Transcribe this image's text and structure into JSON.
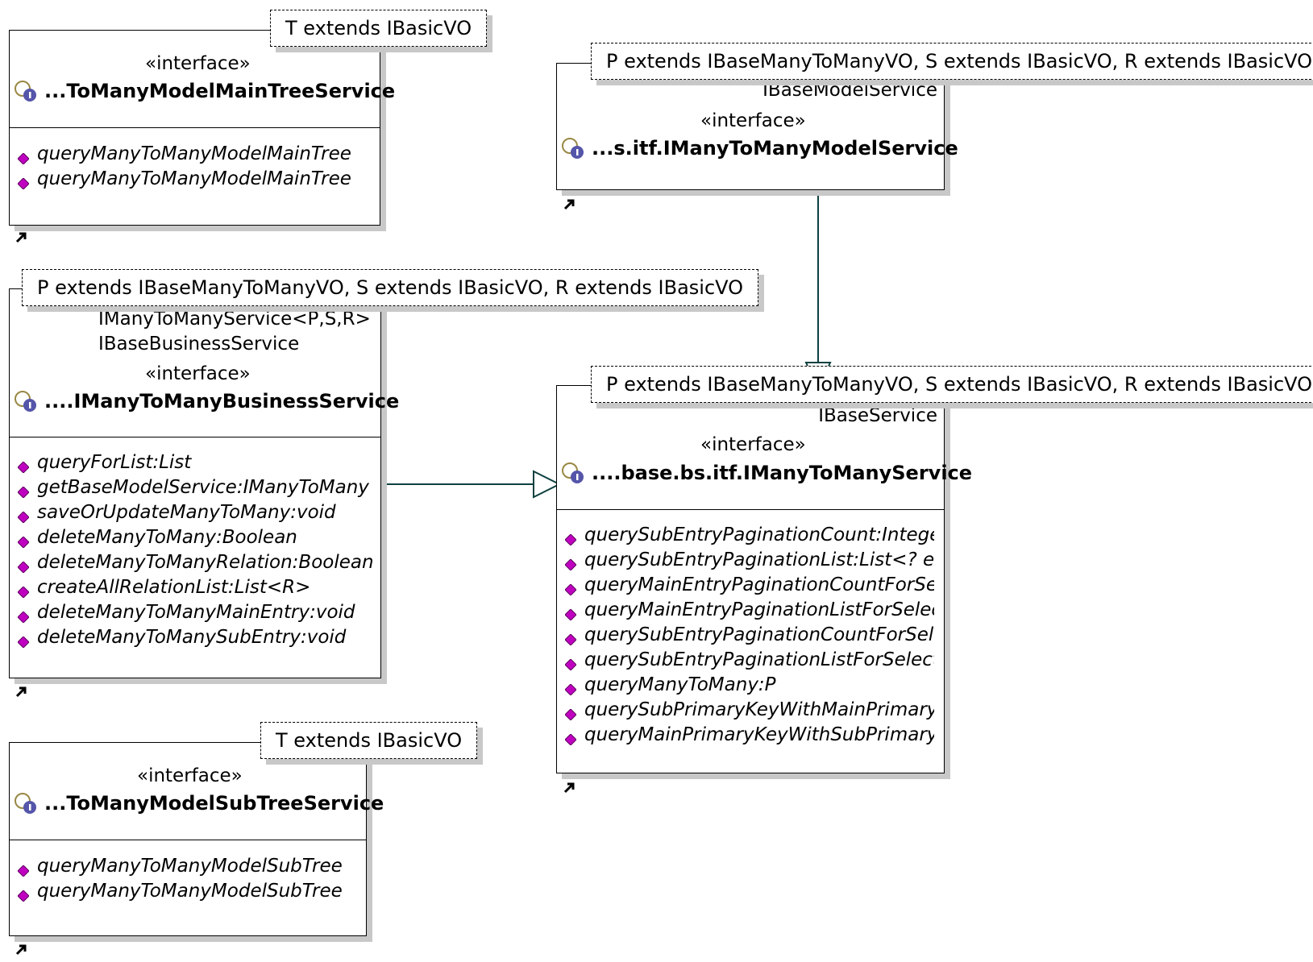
{
  "colors": {
    "connector": "#0f4040",
    "op_icon": "#c000c0",
    "shadow": "#c8c8c8"
  },
  "icons": {
    "interface": "interface-icon",
    "operation": "operation-diamond-icon",
    "link": "shortcut-arrow-icon"
  },
  "classes": {
    "main_tree": {
      "type_param": "T extends IBasicVO",
      "stereotype": "«interface»",
      "name": "...ToManyModelMainTreeService",
      "operations": [
        "queryManyToManyModelMainTree",
        "queryManyToManyModelMainTree"
      ]
    },
    "model_service": {
      "type_param": "P extends IBaseManyToManyVO, S extends IBasicVO, R extends IBasicVO",
      "super": "IBaseModelService",
      "stereotype": "«interface»",
      "name": "...s.itf.IManyToManyModelService"
    },
    "business_service": {
      "type_param": "P extends IBaseManyToManyVO, S extends IBasicVO, R extends IBasicVO",
      "super1": "IManyToManyService<P,S,R>",
      "super2": "IBaseBusinessService",
      "stereotype": "«interface»",
      "name": "....IManyToManyBusinessService",
      "operations": [
        "queryForList:List",
        "getBaseModelService:IManyToMany",
        "saveOrUpdateManyToMany:void",
        "deleteManyToMany:Boolean",
        "deleteManyToManyRelation:Boolean",
        "createAllRelationList:List<R>",
        "deleteManyToManyMainEntry:void",
        "deleteManyToManySubEntry:void"
      ]
    },
    "many_service": {
      "type_param": "P extends IBaseManyToManyVO, S extends IBasicVO, R extends IBasicVO",
      "super": "IBaseService",
      "stereotype": "«interface»",
      "name": "....base.bs.itf.IManyToManyService",
      "operations": [
        "querySubEntryPaginationCount:Integer",
        "querySubEntryPaginationList:List<? extends",
        "queryMainEntryPaginationCountForSelect",
        "queryMainEntryPaginationListForSelect",
        "querySubEntryPaginationCountForSelect",
        "querySubEntryPaginationListForSelect",
        "queryManyToMany:P",
        "querySubPrimaryKeyWithMainPrimaryKey",
        "queryMainPrimaryKeyWithSubPrimaryKey"
      ]
    },
    "sub_tree": {
      "type_param": "T extends IBasicVO",
      "stereotype": "«interface»",
      "name": "...ToManyModelSubTreeService",
      "operations": [
        "queryManyToManyModelSubTree",
        "queryManyToManyModelSubTree"
      ]
    }
  }
}
